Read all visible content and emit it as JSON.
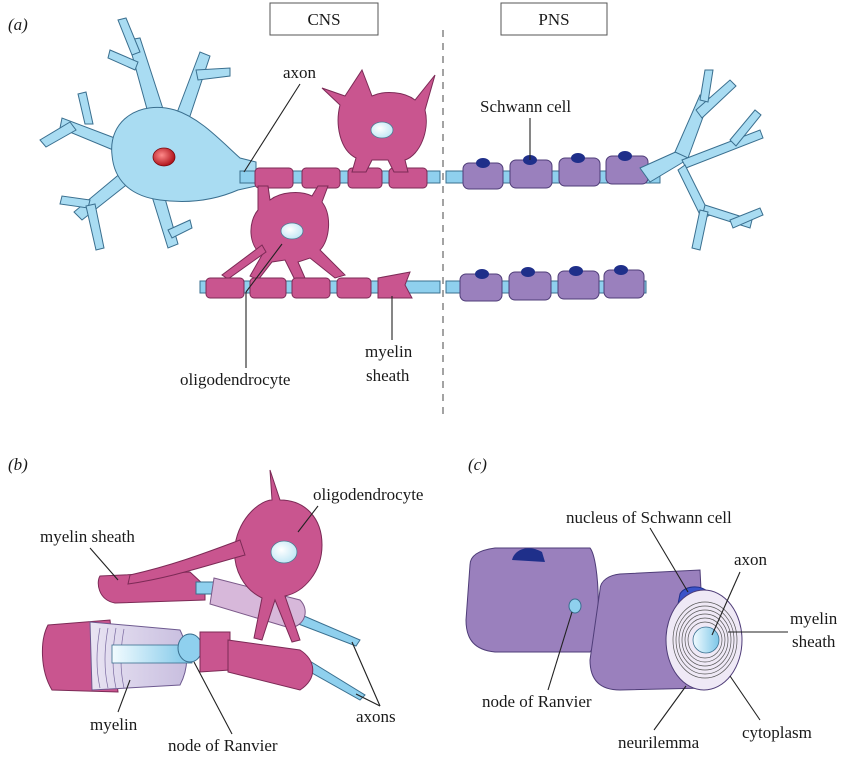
{
  "panel_a": {
    "tag": "(a)",
    "cns_label": "CNS",
    "pns_label": "PNS",
    "labels": {
      "axon": "axon",
      "schwann_cell": "Schwann cell",
      "oligodendrocyte": "oligodendrocyte",
      "myelin_sheath_line1": "myelin",
      "myelin_sheath_line2": "sheath"
    }
  },
  "panel_b": {
    "tag": "(b)",
    "labels": {
      "oligodendrocyte": "oligodendrocyte",
      "myelin_sheath": "myelin sheath",
      "myelin": "myelin",
      "node_of_ranvier": "node of Ranvier",
      "axons": "axons"
    }
  },
  "panel_c": {
    "tag": "(c)",
    "labels": {
      "nucleus": "nucleus of Schwann cell",
      "axon": "axon",
      "myelin_sheath_line1": "myelin",
      "myelin_sheath_line2": "sheath",
      "node_of_ranvier": "node of Ranvier",
      "neurilemma": "neurilemma",
      "cytoplasm": "cytoplasm"
    }
  },
  "colors": {
    "neuron_blue": "#a9dcf2",
    "axon_blue": "#8fd0ee",
    "oligo_pink": "#c9558f",
    "schwann_purple": "#9a80bd",
    "nucleus_dark_blue": "#1f2f8a",
    "neuron_nucleus_red": "#c8202a"
  }
}
